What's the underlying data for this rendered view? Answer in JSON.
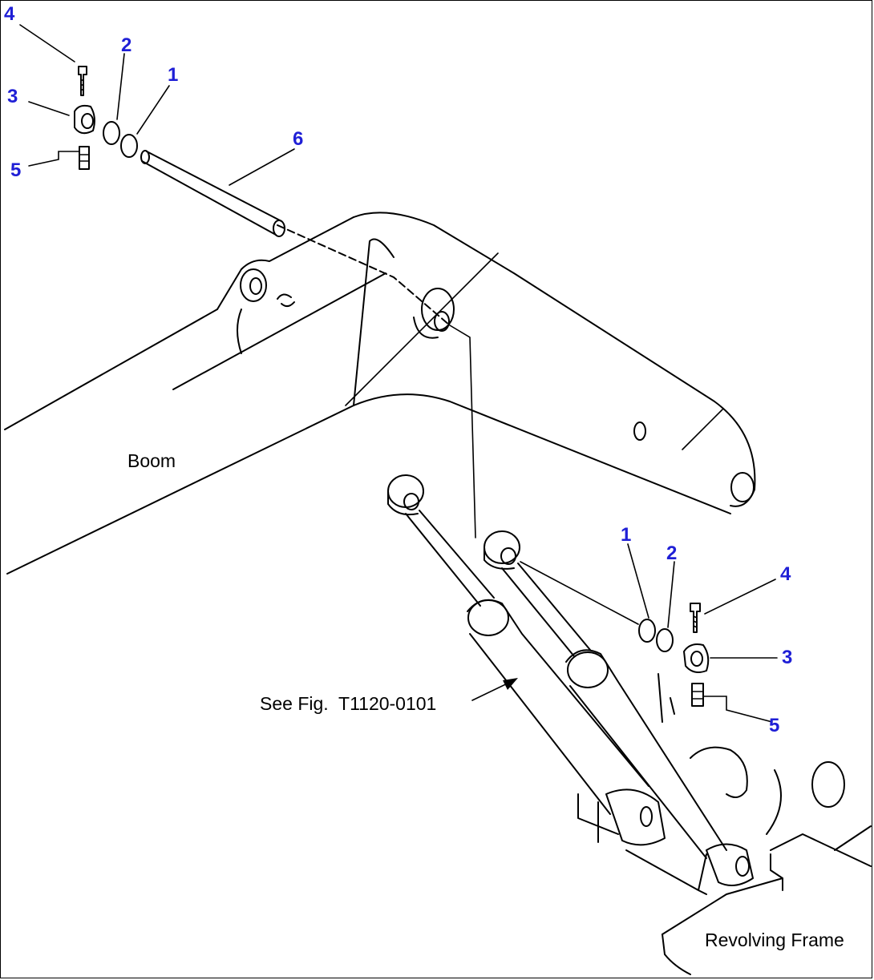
{
  "diagram": {
    "callouts": {
      "tl_4": "4",
      "tl_2": "2",
      "tl_1": "1",
      "tl_3": "3",
      "tl_6": "6",
      "tl_5": "5",
      "br_1": "1",
      "br_2": "2",
      "br_4": "4",
      "br_3": "3",
      "br_5": "5"
    },
    "labels": {
      "boom": "Boom",
      "see_fig": "See Fig.  T1120-0101",
      "revolving_frame": "Revolving Frame"
    },
    "colors": {
      "callout": "#1f1fd6",
      "line": "#000000",
      "background": "#ffffff"
    }
  }
}
